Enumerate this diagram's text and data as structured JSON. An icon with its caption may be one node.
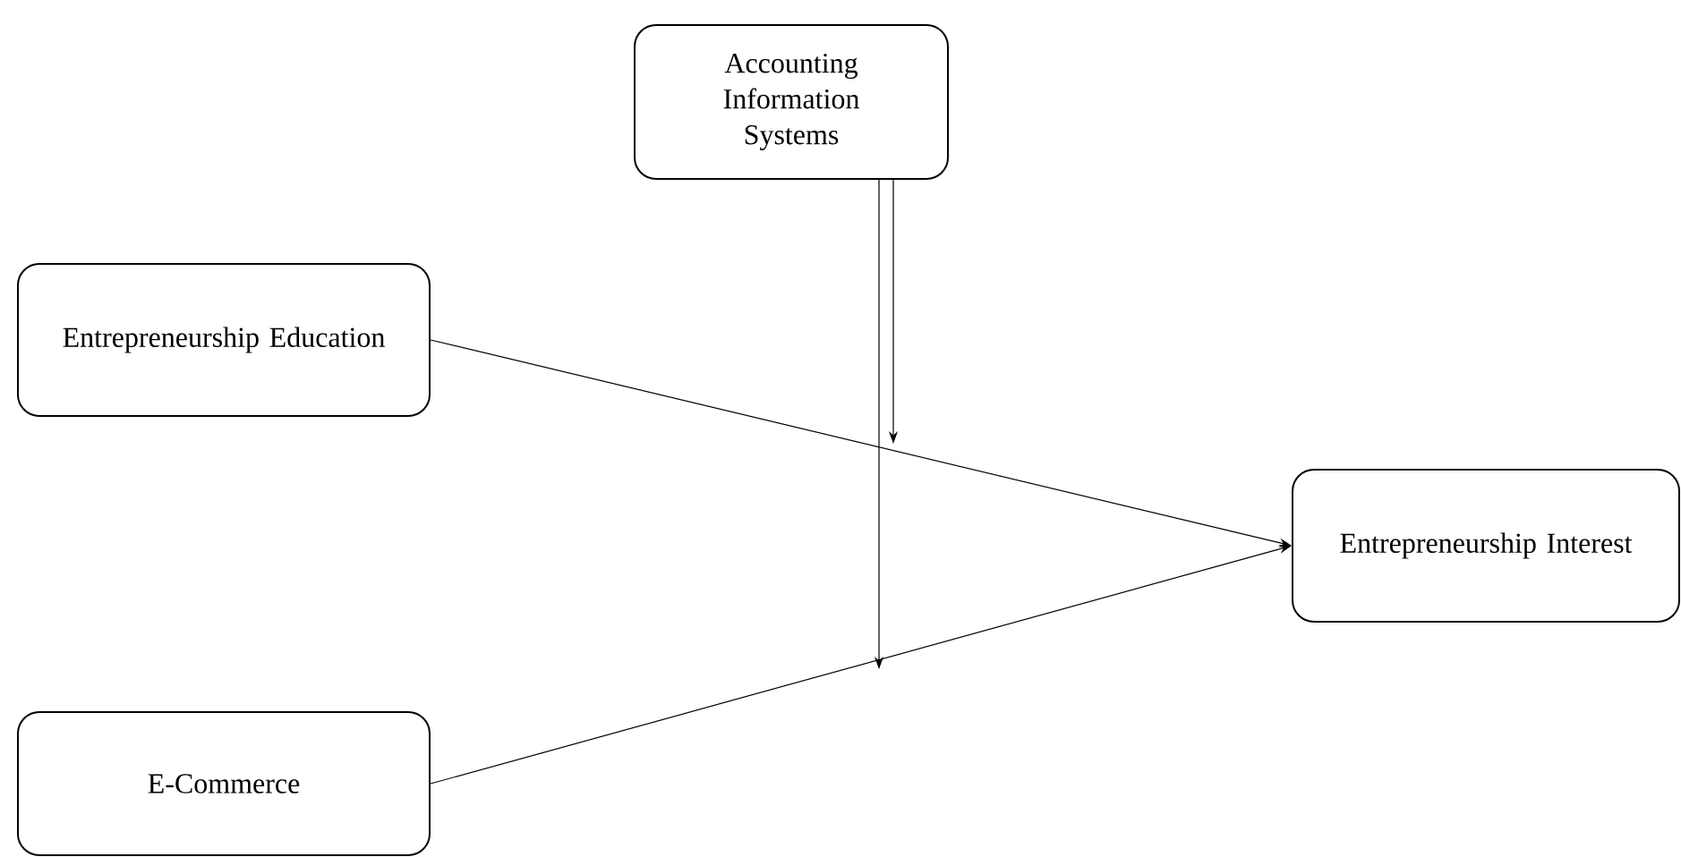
{
  "diagram": {
    "nodes": [
      {
        "text": [
          "Accounting Information Systems"
        ]
      },
      {
        "text": [
          "Entrepreneurship Education"
        ]
      },
      {
        "text": [
          "E-Commerce"
        ]
      },
      {
        "text": [
          "Entrepreneurship Interest"
        ]
      }
    ],
    "edges": [
      {
        "from": 1,
        "to": 3,
        "arrow": "to"
      },
      {
        "from": 2,
        "to": 3,
        "arrow": "to"
      },
      {
        "from": 0,
        "to": null,
        "arrow": "to"
      },
      {
        "from": 0,
        "to": null,
        "arrow": "to"
      }
    ]
  }
}
